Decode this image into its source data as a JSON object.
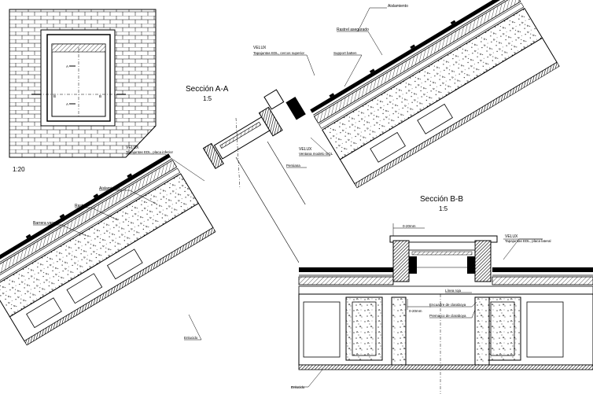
{
  "scale_plan": "1:20",
  "section_aa": {
    "title": "Sección A-A",
    "scale": "1:5"
  },
  "section_bb": {
    "title": "Sección B-B",
    "scale": "1:5"
  },
  "markers": {
    "a_top": "A",
    "a_bottom": "A",
    "b_left": "B",
    "b_right": "B"
  },
  "labels_aa": {
    "aislamiento_top": "Aislamiento",
    "rastrel": "Rastrel asegurado",
    "velux_top": "VELUX",
    "velux_top_sub": "Tapajuntas EDL, cercos superior",
    "support_batten": "Support batten",
    "velux_left": "VELUX",
    "velux_left_sub": "Tapajuntas EDL, placa inferior",
    "velux_mid": "VELUX",
    "velux_mid_sub": "Ventana modelo GGL",
    "persiana": "Persiana",
    "aislamiento_mid": "Aislamiento",
    "rastrel2": "Rastrel",
    "barrera": "Barrera vapor",
    "enlucido": "Enlucido"
  },
  "labels_bb": {
    "dim_top": "0-20mm",
    "velux": "VELUX",
    "velux_sub": "Tapajuntas EDL, placa lateral",
    "linea": "Línea roja",
    "encuadre": "Encuadre de claraboya",
    "dim_mid": "0-20mm",
    "premarco": "Premarco de claraboya",
    "enlucido": "Enlucido"
  }
}
